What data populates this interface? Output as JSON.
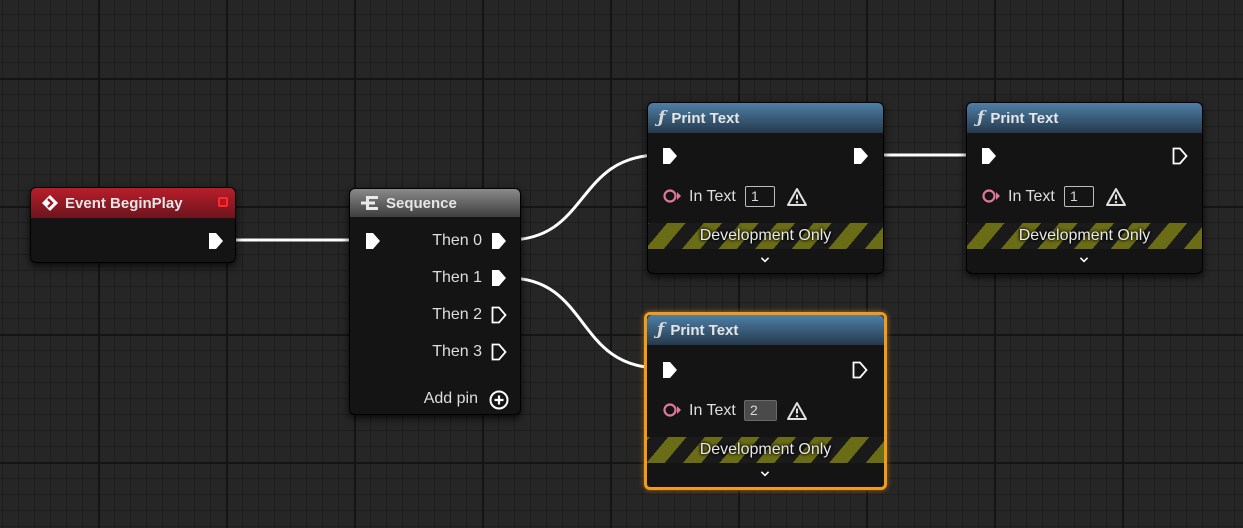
{
  "event_node": {
    "title": "Event BeginPlay"
  },
  "sequence_node": {
    "title": "Sequence",
    "outputs": [
      "Then 0",
      "Then 1",
      "Then 2",
      "Then 3"
    ],
    "add_pin": "Add pin"
  },
  "print_nodes": [
    {
      "title": "Print Text",
      "in_text_label": "In Text",
      "in_text_value": "1",
      "footer": "Development Only",
      "selected": false
    },
    {
      "title": "Print Text",
      "in_text_label": "In Text",
      "in_text_value": "1",
      "footer": "Development Only",
      "selected": false
    },
    {
      "title": "Print Text",
      "in_text_label": "In Text",
      "in_text_value": "2",
      "footer": "Development Only",
      "selected": true
    }
  ],
  "colors": {
    "event_header": "#b81e2b",
    "function_header": "#4e7fa6",
    "selection": "#f29a1a",
    "text_pin": "#e0779c",
    "hazard_stripe": "#6b6c16"
  },
  "icons": {
    "event": "event-diamond-icon",
    "sequence": "sequence-icon",
    "function": "function-f-icon",
    "warning": "warning-triangle-icon",
    "add": "add-circle-icon",
    "expand": "chevron-down-icon"
  }
}
